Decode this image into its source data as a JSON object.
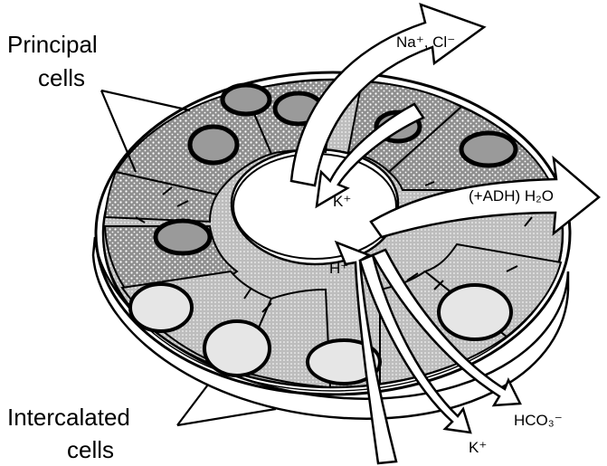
{
  "labels": {
    "principal_line1": "Principal",
    "principal_line2": "cells",
    "intercalated_line1": "Intercalated",
    "intercalated_line2": "cells"
  },
  "ions": {
    "na_cl": "Na⁺, Cl⁻",
    "k_in": "K⁺",
    "adh_water": "(+ADH) H₂O",
    "h_plus": "H⁺",
    "hco3": "HCO₃⁻",
    "k_out": "K⁺"
  },
  "colors": {
    "ink": "#000000",
    "paper": "#ffffff",
    "cell_shade": "#9a9a9a",
    "stipple": "#c8c8c8"
  }
}
